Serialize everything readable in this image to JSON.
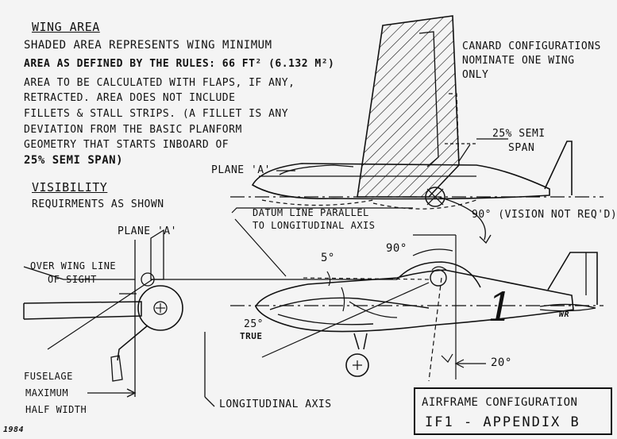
{
  "wing_area": {
    "heading": "WING AREA",
    "lines": [
      "SHADED AREA REPRESENTS  WING MINIMUM",
      "AREA AS DEFINED BY THE RULES: 66 FT² (6.132 m²)",
      "AREA TO BE CALCULATED WITH FLAPS, IF ANY,",
      "RETRACTED. AREA DOES NOT INCLUDE",
      "FILLETS & STALL STRIPS. (A FILLET IS ANY",
      "DEVIATION FROM THE BASIC PLANFORM",
      "GEOMETRY THAT STARTS INBOARD OF",
      "25% SEMI SPAN)"
    ]
  },
  "canard_note": [
    "CANARD CONFIGURATIONS",
    "NOMINATE ONE WING",
    "ONLY"
  ],
  "semi_span_label": [
    "25% SEMI",
    "SPAN"
  ],
  "plane_a_top": "PLANE 'A'",
  "visibility": {
    "heading": "VISIBILITY",
    "note": "REQUIRMENTS AS SHOWN"
  },
  "datum_line": [
    "DATUM LINE PARALLEL",
    "TO LONGITUDINAL AXIS"
  ],
  "vision_angle": "90° (VISION NOT REQ'D)",
  "plane_a_front": "PLANE 'A'",
  "over_wing": [
    "OVER WING LINE",
    "OF SIGHT"
  ],
  "angles": {
    "five": "5°",
    "ninety": "90°",
    "twenty_five": [
      "25°",
      "TRUE"
    ],
    "twenty": "20°"
  },
  "race_number": "1",
  "tail_marking": "WR",
  "fuselage_note": [
    "FUSELAGE",
    "MAXIMUM",
    "HALF WIDTH"
  ],
  "longitudinal_axis": "LONGITUDINAL AXIS",
  "title_box": {
    "line1": "AIRFRAME CONFIGURATION",
    "line2": "IF1  -  APPENDIX B"
  },
  "year": "1984"
}
